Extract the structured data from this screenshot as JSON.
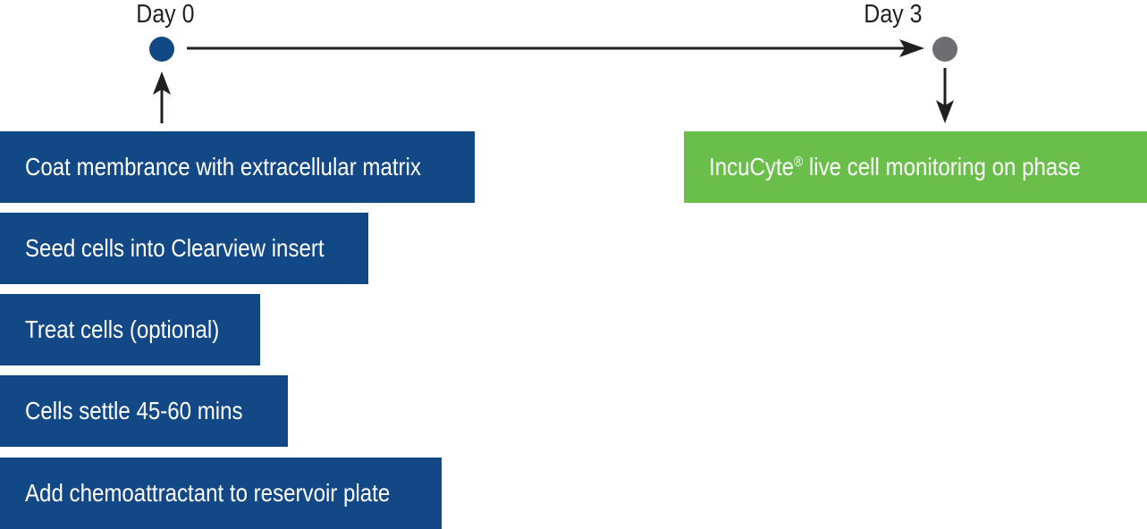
{
  "timeline": {
    "start": {
      "label": "Day 0"
    },
    "end": {
      "label": "Day 3"
    }
  },
  "day0_steps": [
    "Coat membrance with extracellular matrix",
    "Seed cells into Clearview insert",
    "Treat cells (optional)",
    "Cells settle 45-60 mins",
    "Add chemoattractant to reservoir plate"
  ],
  "day3_step": {
    "brand": "IncuCyte",
    "trademark": "®",
    "text": " live cell monitoring on phase"
  },
  "colors": {
    "blue_box": "#134886",
    "blue_dot": "#134886",
    "green_box": "#6abf4b",
    "grey_dot": "#6d6e71",
    "arrow": "#231f20",
    "text_dark": "#231f20"
  }
}
